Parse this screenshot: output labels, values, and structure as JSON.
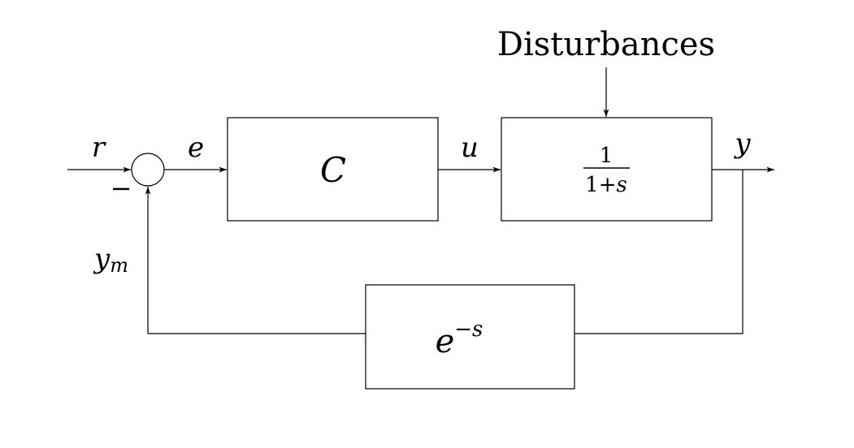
{
  "labels": {
    "disturbances": "Disturbances",
    "reference": "r",
    "error": "e",
    "control": "u",
    "output": "y",
    "measured": "y",
    "measured_sub": "m",
    "minus_sign": "−"
  },
  "blocks": {
    "controller": {
      "text": "C"
    },
    "plant": {
      "numerator": "1",
      "denominator_base": "1+",
      "denominator_var": "s"
    },
    "delay": {
      "base": "e",
      "exponent": "−s"
    }
  }
}
